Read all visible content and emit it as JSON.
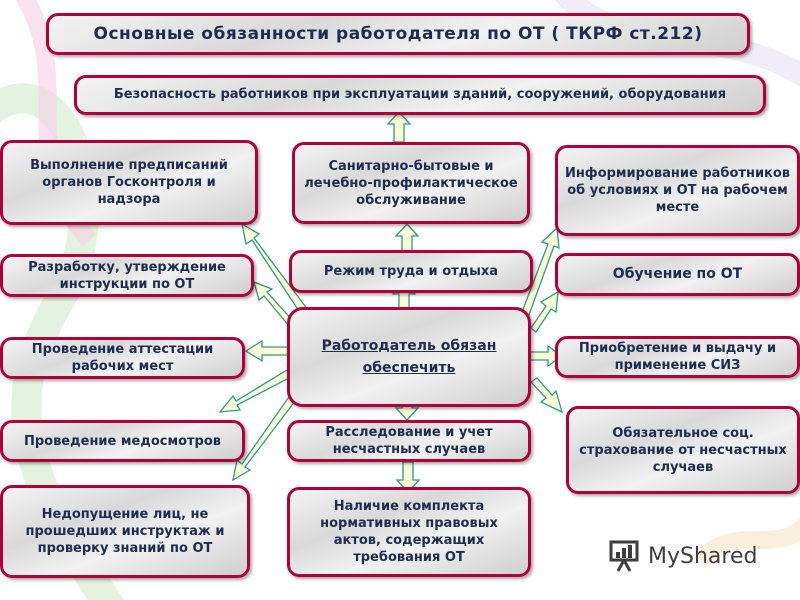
{
  "title": "Основные обязанности работодателя по ОТ ( ТКРФ ст.212)",
  "center": "Работодатель обязан обеспечить",
  "top_item": "Безопасность работников при эксплуатации зданий, сооружений, оборудования",
  "middle_column": {
    "sanitary": "Санитарно-бытовые и лечебно-профилактическое обслуживание",
    "work_mode": "Режим труда и отдыха",
    "investigation": "Расследование и учет несчастных случаев",
    "legal_acts": "Наличие комплекта нормативных правовых актов, содержащих требования ОТ"
  },
  "left_column": {
    "gos_control": "Выполнение предписаний органов Госконтроля и надзора",
    "instructions": "Разработку, утверждение инструкции по ОТ",
    "attestation": "Проведение аттестации рабочих мест",
    "medical": "Проведение медосмотров",
    "admission": "Недопущение лиц, не прошедших инструктаж и проверку знаний по ОТ"
  },
  "right_column": {
    "informing": "Информирование работников об условиях и ОТ на рабочем месте",
    "training": "Обучение по ОТ",
    "ppe": "Приобретение и выдачу и применение СИЗ",
    "insurance": "Обязательное соц. страхование от несчастных случаев"
  },
  "logo": {
    "text": "MyShared",
    "icon": "presentation-board-icon"
  },
  "colors": {
    "border": "#b0003a",
    "text": "#1c2d4f",
    "arrow_fill": "#fbfbd8",
    "arrow_stroke": "#2d9a8a"
  }
}
